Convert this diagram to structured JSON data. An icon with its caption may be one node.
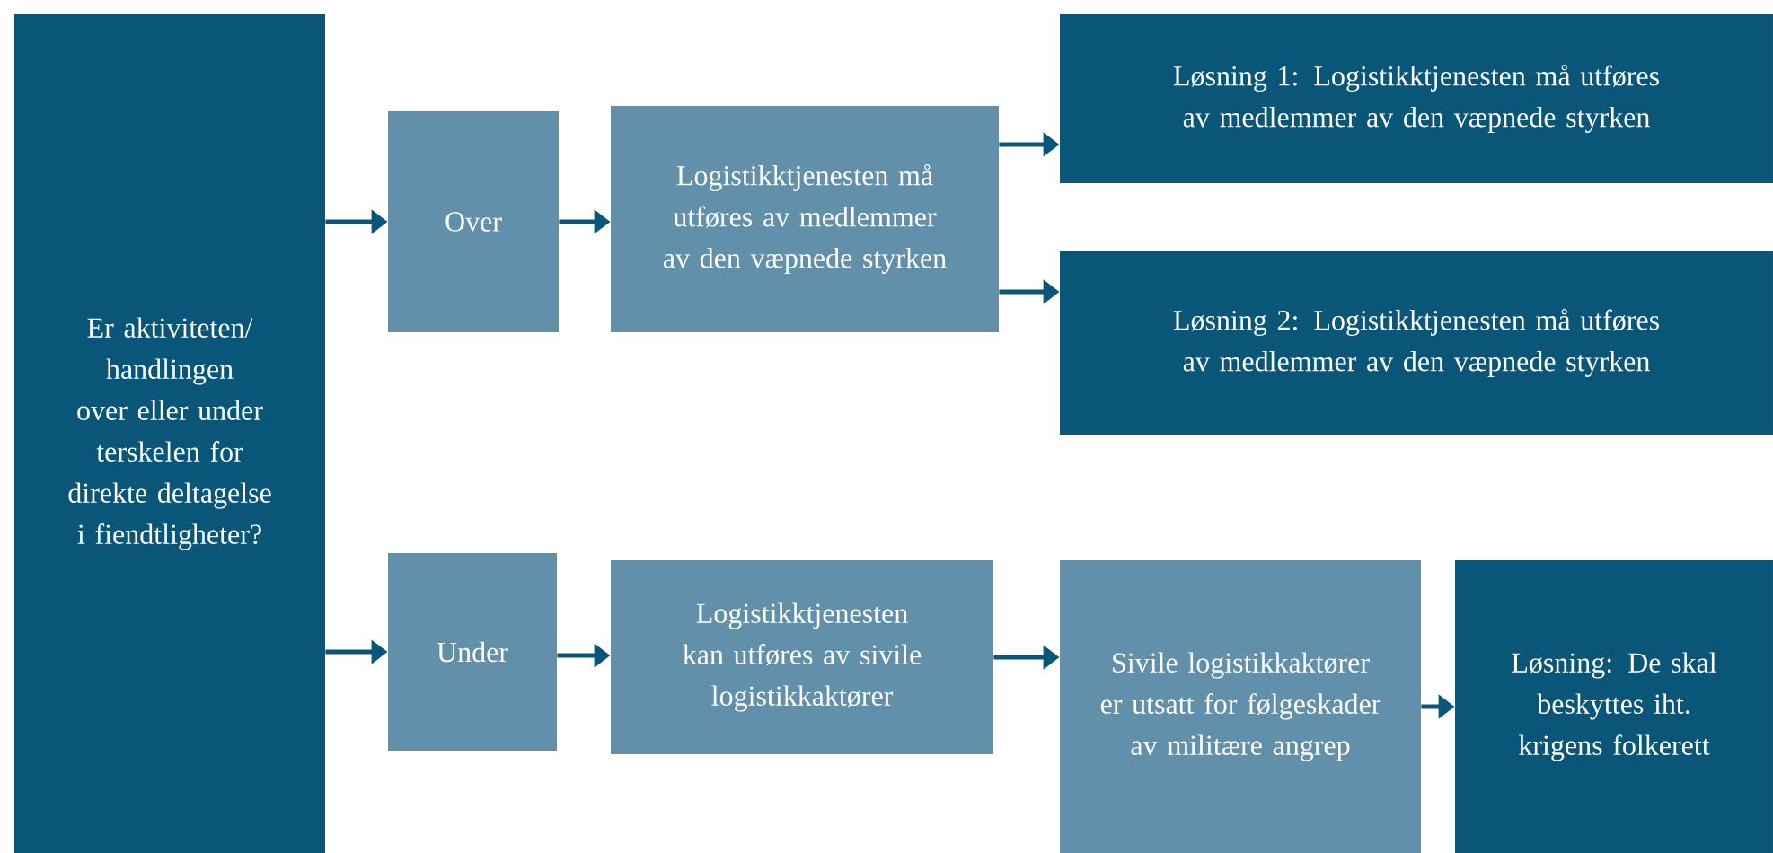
{
  "diagram": {
    "nodes": [
      {
        "text": [
          "Er aktiviteten/ handlingen over eller under terskelen for direkte deltagelse i fiendtligheter?"
        ]
      },
      {
        "text": [
          "Over"
        ]
      },
      {
        "text": [
          "Logistikktjenesten må utføres av medlemmer av den væpnede styrken"
        ]
      },
      {
        "text": [
          "Løsning 1: Logistikktjenesten må utføres av medlemmer av den væpnede styrken"
        ]
      },
      {
        "text": [
          "Løsning 2: Logistikktjenesten må utføres av medlemmer av den væpnede styrken"
        ]
      },
      {
        "text": [
          "Under"
        ]
      },
      {
        "text": [
          "Logistikktjenesten kan utføres av sivile logistikkaktører"
        ]
      },
      {
        "text": [
          "Sivile logistikkaktører er utsatt for følgeskader av militære angrep"
        ]
      },
      {
        "text": [
          "Løsning: De skal beskyttes iht. krigens folkerett"
        ]
      }
    ],
    "edges": [
      {
        "from": 0,
        "to": 1,
        "arrow": "to"
      },
      {
        "from": 1,
        "to": 2,
        "arrow": "to"
      },
      {
        "from": 2,
        "to": 3,
        "arrow": "to"
      },
      {
        "from": 2,
        "to": 4,
        "arrow": "to"
      },
      {
        "from": 0,
        "to": 5,
        "arrow": "to"
      },
      {
        "from": 5,
        "to": 6,
        "arrow": "to"
      },
      {
        "from": 6,
        "to": 7,
        "arrow": "to"
      },
      {
        "from": 7,
        "to": 8,
        "arrow": "to"
      }
    ]
  }
}
